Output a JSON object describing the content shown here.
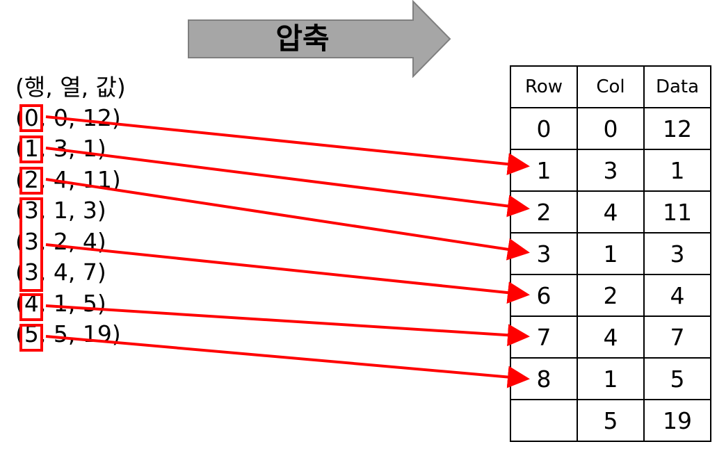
{
  "arrow_banner": {
    "label": "압축"
  },
  "tuple_list": {
    "header": "(행, 열, 값)",
    "rows": [
      "(0, 0, 12)",
      "(1, 3, 1)",
      "(2, 4, 11)",
      "(3, 1, 3)",
      "(3, 2, 4)",
      "(3, 4, 7)",
      "(4, 1, 5)",
      "(5, 5, 19)"
    ]
  },
  "table": {
    "headers": [
      "Row",
      "Col",
      "Data"
    ],
    "rows": [
      [
        "0",
        "0",
        "12"
      ],
      [
        "1",
        "3",
        "1"
      ],
      [
        "2",
        "4",
        "11"
      ],
      [
        "3",
        "1",
        "3"
      ],
      [
        "6",
        "2",
        "4"
      ],
      [
        "7",
        "4",
        "7"
      ],
      [
        "8",
        "1",
        "5"
      ],
      [
        "",
        "5",
        "19"
      ]
    ]
  },
  "colors": {
    "highlight": "#ff0000",
    "arrow_fill": "#a6a6a6",
    "arrow_stroke": "#7f7f7f"
  }
}
